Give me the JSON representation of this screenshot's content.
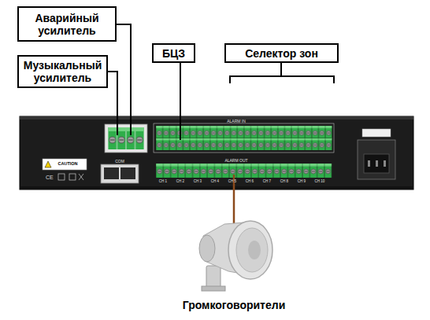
{
  "diagram": {
    "nodes": [
      {
        "text": [
          "Аварийный усилитель"
        ]
      },
      {
        "text": [
          "Музыкальный усилитель"
        ]
      },
      {
        "text": [
          "БЦЗ"
        ]
      },
      {
        "text": [
          "Селектор зон"
        ]
      }
    ],
    "labels": [
      "ALARM IN",
      "ALARM OUT",
      "CH 1",
      "CH 2",
      "CH 3",
      "CH 4",
      "CH 5",
      "CH 6",
      "CH 7",
      "CH 8",
      "CH 9",
      "CH 10",
      "COM",
      "CAUTION",
      "Громкоговорители"
    ]
  }
}
